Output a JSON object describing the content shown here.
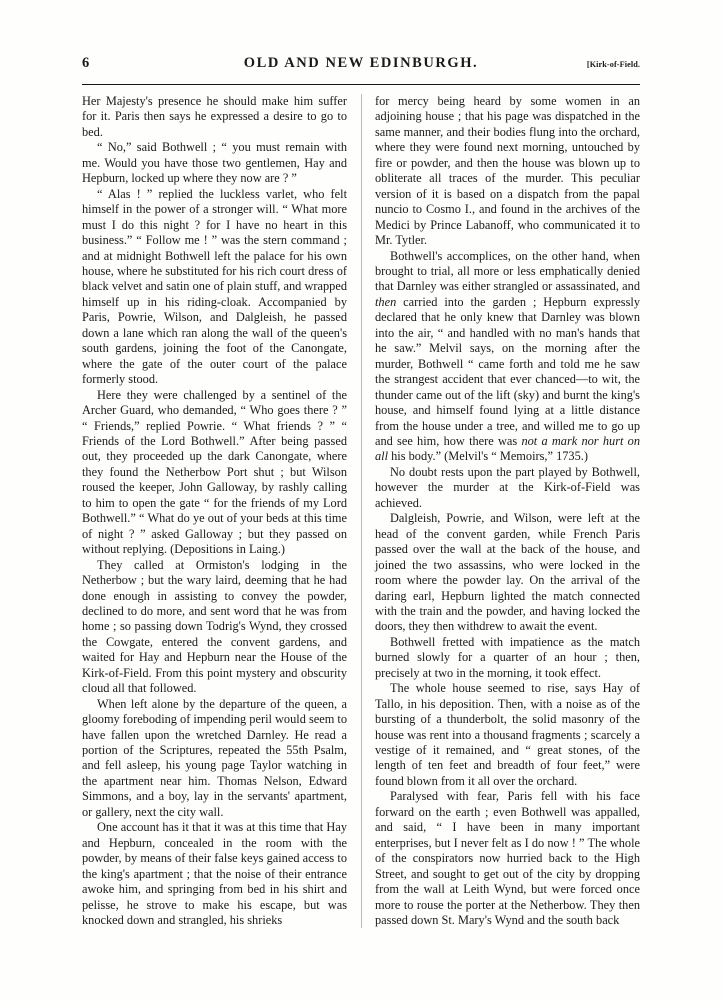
{
  "header": {
    "folio": "6",
    "title": "OLD AND NEW EDINBURGH.",
    "marker": "[Kirk-of-Field."
  },
  "left_column": {
    "paragraphs": [
      "Her Majesty's presence he should make him suffer for it. Paris then says he expressed a desire to go to bed.",
      "“ No,” said Bothwell ; “ you must remain with me. Would you have those two gentlemen, Hay and Hepburn, locked up where they now are ? ”",
      "“ Alas ! ” replied the luckless varlet, who felt himself in the power of a stronger will. “ What more must I do this night ? for I have no heart in this business.” “ Follow me ! ” was the stern command ; and at midnight Bothwell left the palace for his own house, where he substituted for his rich court dress of black velvet and satin one of plain stuff, and wrapped himself up in his riding-cloak. Accompanied by Paris, Powrie, Wilson, and Dalgleish, he passed down a lane which ran along the wall of the queen's south gardens, joining the foot of the Canongate, where the gate of the outer court of the palace formerly stood.",
      "Here they were challenged by a sentinel of the Archer Guard, who demanded, “ Who goes there ? ” “ Friends,” replied Powrie. “ What friends ? ” “ Friends of the Lord Bothwell.” After being passed out, they proceeded up the dark Canongate, where they found the Netherbow Port shut ; but Wilson roused the keeper, John Galloway, by rashly calling to him to open the gate “ for the friends of my Lord Bothwell.” “ What do ye out of your beds at this time of night ? ” asked Galloway ; but they passed on without replying. (Depositions in Laing.)",
      "They called at Ormiston's lodging in the Netherbow ; but the wary laird, deeming that he had done enough in assisting to convey the powder, declined to do more, and sent word that he was from home ; so passing down Todrig's Wynd, they crossed the Cowgate, entered the convent gardens, and waited for Hay and Hepburn near the House of the Kirk-of-Field. From this point mystery and obscurity cloud all that followed.",
      "When left alone by the departure of the queen, a gloomy foreboding of impending peril would seem to have fallen upon the wretched Darnley. He read a portion of the Scriptures, repeated the 55th Psalm, and fell asleep, his young page Taylor watching in the apartment near him. Thomas Nelson, Edward Simmons, and a boy, lay in the servants' apartment, or gallery, next the city wall.",
      "One account has it that it was at this time that Hay and Hepburn, concealed in the room with the powder, by means of their false keys gained access to the king's apartment ; that the noise of their entrance awoke him, and springing from bed in his shirt and pelisse, he strove to make his escape, but was knocked down and strangled, his shrieks"
    ]
  },
  "right_column": {
    "paragraphs": [
      "for mercy being heard by some women in an adjoining house ; that his page was dispatched in the same manner, and their bodies flung into the orchard, where they were found next morning, untouched by fire or powder, and then the house was blown up to obliterate all traces of the murder. This peculiar version of it is based on a dispatch from the papal nuncio to Cosmo I., and found in the archives of the Medici by Prince Labanoff, who communicated it to Mr. Tytler.",
      "Bothwell's accomplices, on the other hand, when brought to trial, all more or less emphatically denied that Darnley was either strangled or assassinated, and @then@ carried into the garden ; Hepburn expressly declared that he only knew that Darnley was blown into the air, “ and handled with no man's hands that he saw.” Melvil says, on the morning after the murder, Bothwell “ came forth and told me he saw the strangest accident that ever chanced—to wit, the thunder came out of the lift (sky) and burnt the king's house, and himself found lying at a little distance from the house under a tree, and willed me to go up and see him, how there was @not a mark nor hurt on all@ his body.” (Melvil's “ Memoirs,” 1735.)",
      "No doubt rests upon the part played by Bothwell, however the murder at the Kirk-of-Field was achieved.",
      "Dalgleish, Powrie, and Wilson, were left at the head of the convent garden, while French Paris passed over the wall at the back of the house, and joined the two assassins, who were locked in the room where the powder lay. On the arrival of the daring earl, Hepburn lighted the match connected with the train and the powder, and having locked the doors, they then withdrew to await the event.",
      "Bothwell fretted with impatience as the match burned slowly for a quarter of an hour ; then, precisely at two in the morning, it took effect.",
      "The whole house seemed to rise, says Hay of Tallo, in his deposition. Then, with a noise as of the bursting of a thunderbolt, the solid masonry of the house was rent into a thousand fragments ; scarcely a vestige of it remained, and “ great stones, of the length of ten feet and breadth of four feet,” were found blown from it all over the orchard.",
      "Paralysed with fear, Paris fell with his face forward on the earth ; even Bothwell was appalled, and said, “ I have been in many important enterprises, but I never felt as I do now ! ” The whole of the conspirators now hurried back to the High Street, and sought to get out of the city by dropping from the wall at Leith Wynd, but were forced once more to rouse the porter at the Netherbow. They then passed down St. Mary's Wynd and the south back"
    ]
  }
}
